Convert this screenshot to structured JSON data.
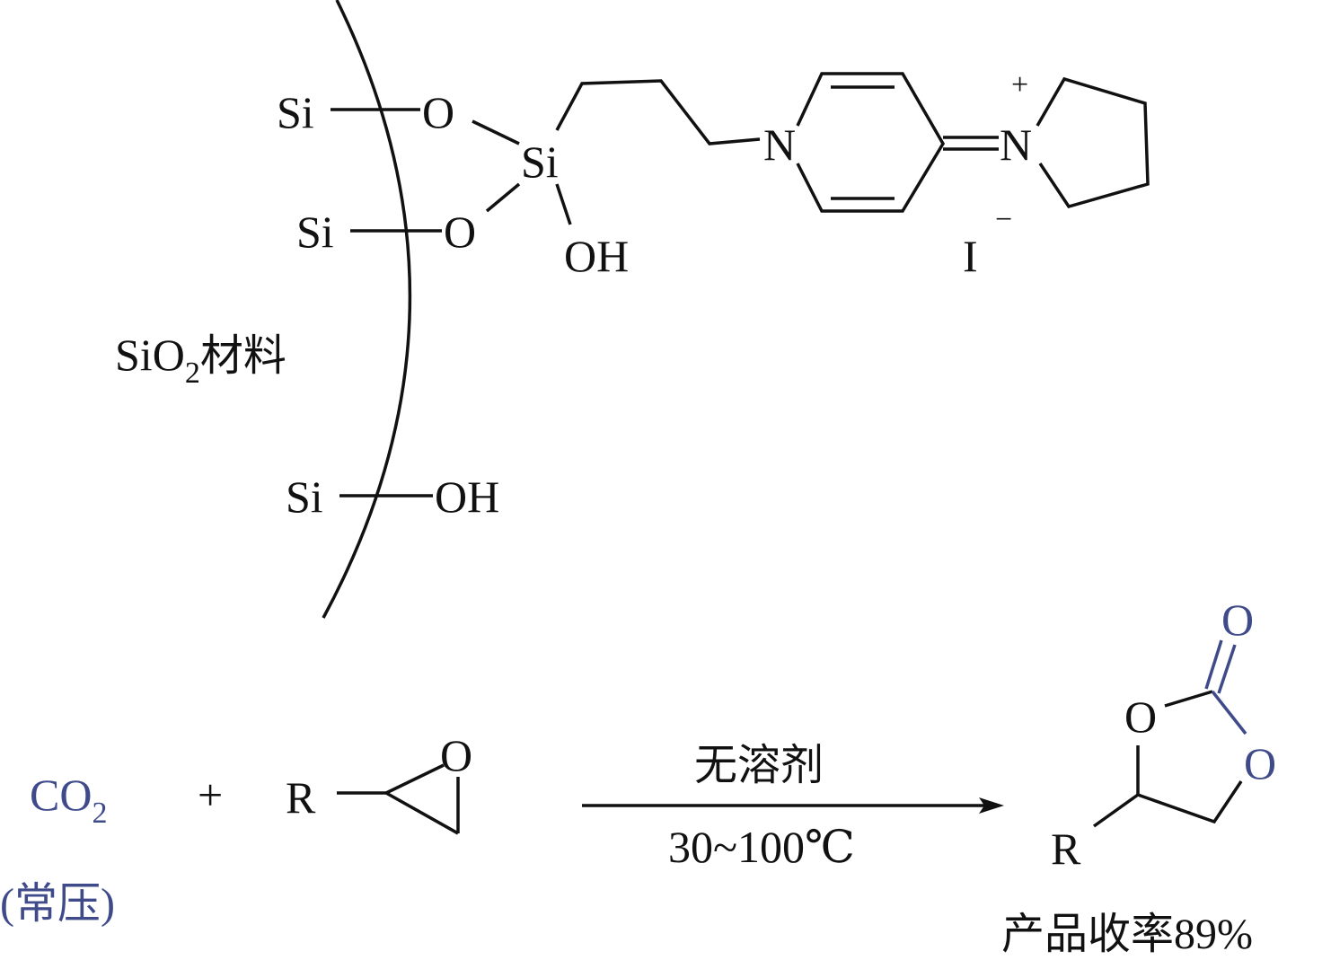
{
  "colors": {
    "highlight": "#3f4a8a",
    "ink": "#111111"
  },
  "catalyst": {
    "si_top": "Si",
    "o_top": "O",
    "si_center": "Si",
    "si_mid": "Si",
    "o_mid": "O",
    "oh_si": "OH",
    "n_pyridine": "N",
    "n_plus": "N",
    "plus_charge": "+",
    "iodide": "I",
    "minus_charge": "−",
    "support_label": "SiO",
    "support_sub": "2",
    "support_suffix": "材料",
    "si_bottom": "Si",
    "oh_bottom": "OH"
  },
  "reaction": {
    "co2": "CO",
    "co2_sub": "2",
    "co2_condition": "(常压)",
    "plus": "+",
    "epoxide_r": "R",
    "epoxide_o": "O",
    "arrow_top": "无溶剂",
    "arrow_bottom": "30~100℃",
    "product_carbonyl_o": "O",
    "product_ring_o1": "O",
    "product_ring_o2": "O",
    "product_r": "R",
    "yield_label": "产品收率89%"
  }
}
